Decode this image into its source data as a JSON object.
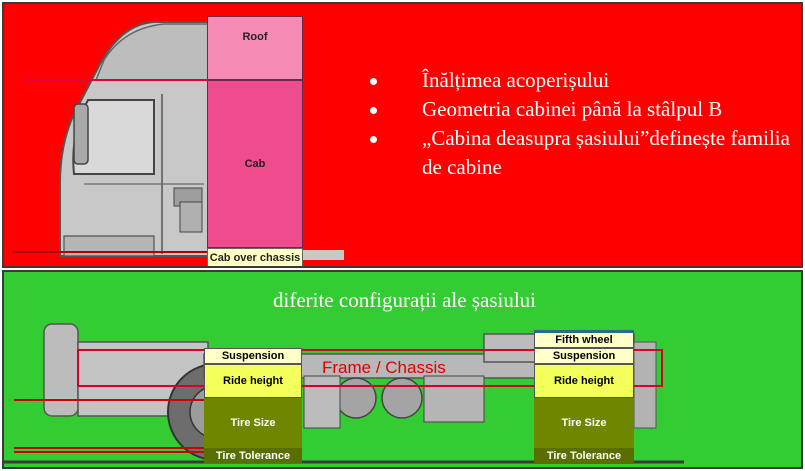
{
  "top_panel": {
    "cab_columns": {
      "roof": "Roof",
      "cab": "Cab",
      "cab_over_chassis": "Cab over chassis"
    },
    "bullets": [
      "Înălțimea acoperișului",
      "Geometria cabinei până la stâlpul B",
      "„Cabina deasupra șasiului”definește familia de cabine"
    ]
  },
  "bottom_panel": {
    "title": "diferite configurații ale șasiului",
    "frame_label": "Frame / Chassis",
    "front_stack": {
      "suspension": "Suspension",
      "ride_height": "Ride height",
      "tire_size": "Tire Size",
      "tire_tolerance": "Tire Tolerance"
    },
    "rear_stack": {
      "fifth_wheel": "Fifth wheel",
      "suspension": "Suspension",
      "ride_height": "Ride height",
      "tire_size": "Tire Size",
      "tire_tolerance": "Tire Tolerance"
    }
  },
  "colors": {
    "top_bg": "#ff0000",
    "bottom_bg": "#33cc33",
    "roof_pink": "#f58bb5",
    "cab_pink": "#ee4c8c",
    "label_cream": "#ffffc8",
    "ride_yellow": "#f3ff5a",
    "tire_olive": "#6f8600"
  }
}
